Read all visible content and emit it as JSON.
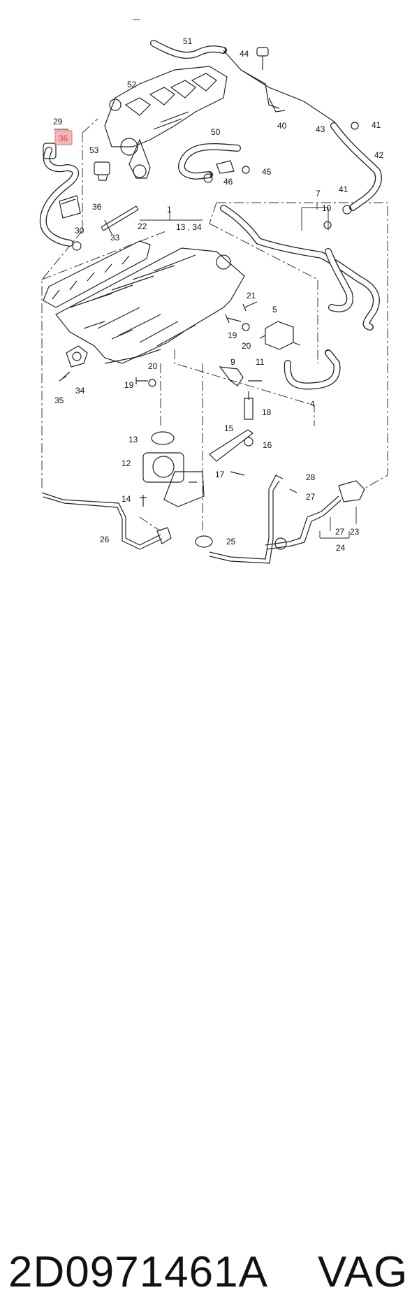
{
  "diagram": {
    "labels": {
      "l1": "1",
      "l4": "4",
      "l5": "5",
      "l7": "7",
      "l9": "9",
      "l10": "10",
      "l11": "11",
      "l12": "12",
      "l13": "13",
      "l13_34": "13 , 34",
      "l14": "14",
      "l15": "15",
      "l16": "16",
      "l17": "17",
      "l18": "18",
      "l19a": "19",
      "l19b": "19",
      "l20a": "20",
      "l20b": "20",
      "l21": "21",
      "l22": "22",
      "l23": "23",
      "l24": "24",
      "l25": "25",
      "l26": "26",
      "l27a": "27",
      "l27b": "27",
      "l28": "28",
      "l29": "29",
      "l30": "30",
      "l33": "33",
      "l34": "34",
      "l35": "35",
      "l36_highlight": "36",
      "l36": "36",
      "l40": "40",
      "l41a": "41",
      "l41b": "41",
      "l42": "42",
      "l43": "43",
      "l44": "44",
      "l45": "45",
      "l46": "46",
      "l50": "50",
      "l51": "51",
      "l52": "52",
      "l53": "53"
    },
    "highlight_color": "#f4b6b6",
    "highlight_border": "#d97a7a"
  },
  "caption": {
    "part_number": "2D0971461A",
    "brand": "VAG"
  }
}
